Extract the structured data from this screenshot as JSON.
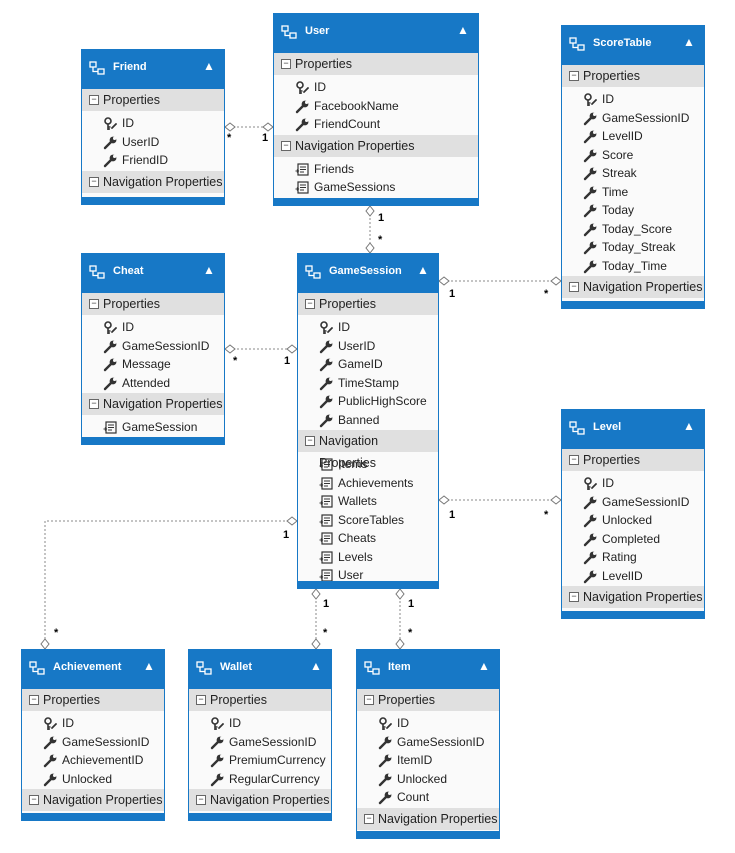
{
  "diagram": {
    "section_labels": {
      "properties": "Properties",
      "navigation": "Navigation Properties"
    },
    "collapse_glyph": "▲",
    "entities": [
      {
        "key": "friend",
        "name": "Friend",
        "properties": [
          "ID",
          "UserID",
          "FriendID"
        ],
        "navigation": []
      },
      {
        "key": "user",
        "name": "User",
        "properties": [
          "ID",
          "FacebookName",
          "FriendCount"
        ],
        "navigation": [
          "Friends",
          "GameSessions"
        ]
      },
      {
        "key": "scoretable",
        "name": "ScoreTable",
        "properties": [
          "ID",
          "GameSessionID",
          "LevelID",
          "Score",
          "Streak",
          "Time",
          "Today",
          "Today_Score",
          "Today_Streak",
          "Today_Time"
        ],
        "navigation": []
      },
      {
        "key": "cheat",
        "name": "Cheat",
        "properties": [
          "ID",
          "GameSessionID",
          "Message",
          "Attended"
        ],
        "navigation": [
          "GameSession"
        ]
      },
      {
        "key": "gamesession",
        "name": "GameSession",
        "properties": [
          "ID",
          "UserID",
          "GameID",
          "TimeStamp",
          "PublicHighScore",
          "Banned"
        ],
        "navigation": [
          "Items",
          "Achievements",
          "Wallets",
          "ScoreTables",
          "Cheats",
          "Levels",
          "User"
        ]
      },
      {
        "key": "level",
        "name": "Level",
        "properties": [
          "ID",
          "GameSessionID",
          "Unlocked",
          "Completed",
          "Rating",
          "LevelID"
        ],
        "navigation": []
      },
      {
        "key": "achievement",
        "name": "Achievement",
        "properties": [
          "ID",
          "GameSessionID",
          "AchievementID",
          "Unlocked"
        ],
        "navigation": []
      },
      {
        "key": "wallet",
        "name": "Wallet",
        "properties": [
          "ID",
          "GameSessionID",
          "PremiumCurrency",
          "RegularCurrency"
        ],
        "navigation": []
      },
      {
        "key": "item",
        "name": "Item",
        "properties": [
          "ID",
          "GameSessionID",
          "ItemID",
          "Unlocked",
          "Count"
        ],
        "navigation": []
      }
    ],
    "associations": [
      {
        "from": "friend",
        "to": "user",
        "from_mult": "*",
        "to_mult": "1"
      },
      {
        "from": "user",
        "to": "gamesession",
        "from_mult": "1",
        "to_mult": "*"
      },
      {
        "from": "gamesession",
        "to": "scoretable",
        "from_mult": "1",
        "to_mult": "*"
      },
      {
        "from": "cheat",
        "to": "gamesession",
        "from_mult": "*",
        "to_mult": "1"
      },
      {
        "from": "gamesession",
        "to": "level",
        "from_mult": "1",
        "to_mult": "*"
      },
      {
        "from": "gamesession",
        "to": "achievement",
        "from_mult": "1",
        "to_mult": "*"
      },
      {
        "from": "gamesession",
        "to": "wallet",
        "from_mult": "1",
        "to_mult": "*"
      },
      {
        "from": "gamesession",
        "to": "item",
        "from_mult": "1",
        "to_mult": "*"
      }
    ]
  }
}
